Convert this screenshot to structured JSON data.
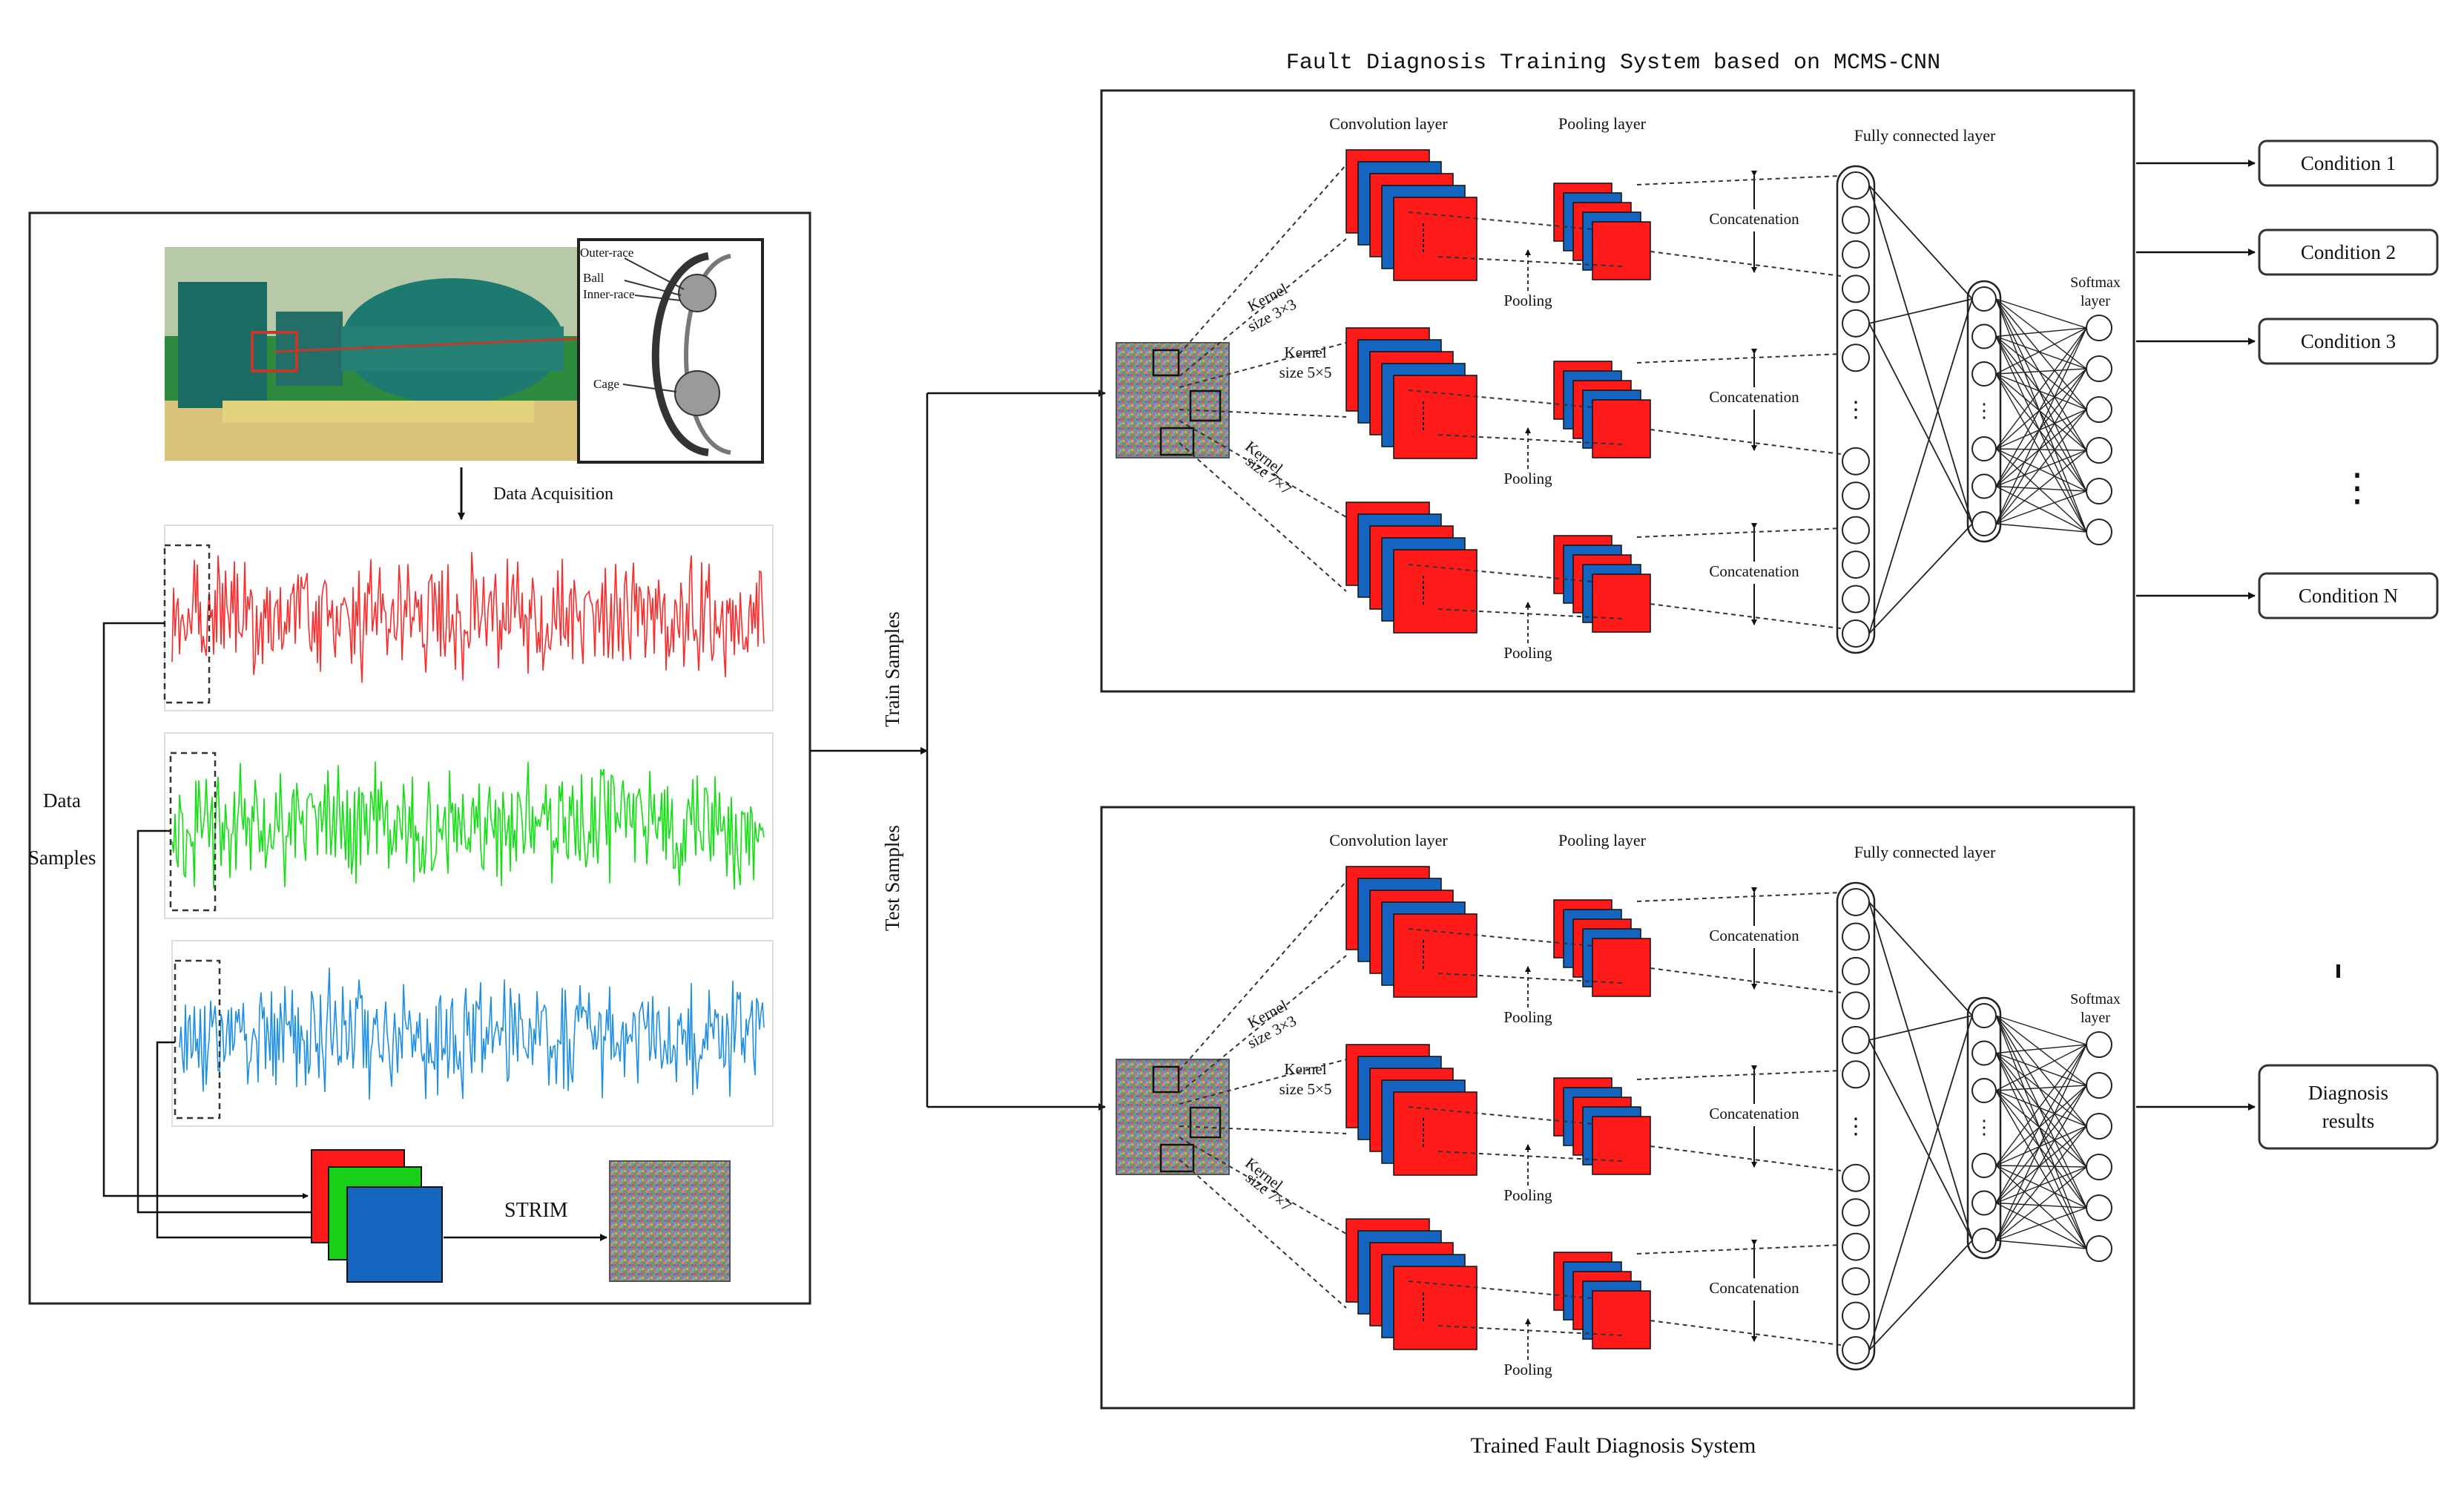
{
  "top_title": "Fault Diagnosis Training System based on MCMS-CNN",
  "bottom_title": "Trained Fault Diagnosis System",
  "left_panel": {
    "data_acquisition_label": "Data Acquisition",
    "data_samples_label_1": "Data",
    "data_samples_label_2": "Samples",
    "strim_label": "STRIM",
    "bearing_labels": [
      "Outer-race",
      "Ball",
      "Inner-race",
      "Cage"
    ],
    "signal_colors": [
      "#ff2a2a",
      "#11e011",
      "#1f8fe6"
    ]
  },
  "train_samples_label": "Train Samples",
  "test_samples_label": "Test Samples",
  "network": {
    "conv_layer_label": "Convolution layer",
    "pool_layer_label": "Pooling layer",
    "fc_layer_label": "Fully connected layer",
    "softmax_label_1": "Softmax",
    "softmax_label_2": "layer",
    "concat_label": "Concatenation",
    "pooling_label": "Pooling",
    "kernel_labels": [
      {
        "l1": "Kernel",
        "l2": "size 3×3"
      },
      {
        "l1": "Kernel",
        "l2": "size 5×5"
      },
      {
        "l1": "Kernel",
        "l2": "size 7×7"
      }
    ]
  },
  "outputs": {
    "conditions": [
      "Condition 1",
      "Condition 2",
      "Condition 3",
      "Condition N"
    ],
    "ellipsis": "⋮",
    "diagnosis_1": "Diagnosis",
    "diagnosis_2": "results"
  },
  "colors": {
    "red": "#ff1a1a",
    "blue": "#1565c0",
    "green": "#18d018"
  }
}
